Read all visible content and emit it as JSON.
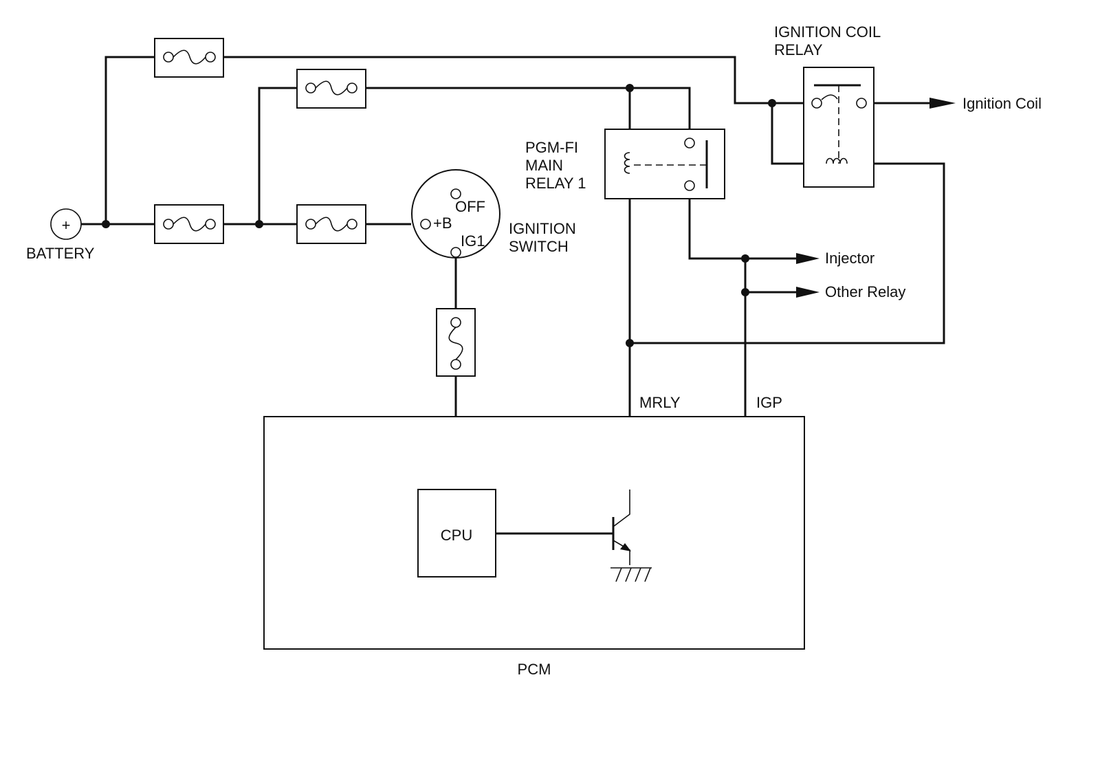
{
  "battery": {
    "symbol": "+",
    "label": "BATTERY"
  },
  "ignition_switch": {
    "title_line1": "IGNITION",
    "title_line2": "SWITCH",
    "terminal_b": "+B",
    "terminal_off": "OFF",
    "terminal_ig1": "IG1"
  },
  "main_relay": {
    "line1": "PGM-FI",
    "line2": "MAIN",
    "line3": "RELAY 1"
  },
  "coil_relay": {
    "line1": "IGNITION COIL",
    "line2": "RELAY"
  },
  "outputs": {
    "ignition_coil": "Ignition Coil",
    "injector": "Injector",
    "other_relay": "Other Relay"
  },
  "pcm": {
    "label": "PCM",
    "cpu": "CPU",
    "mrly": "MRLY",
    "igp": "IGP"
  },
  "colors": {
    "line": "#111111",
    "background": "#ffffff"
  }
}
